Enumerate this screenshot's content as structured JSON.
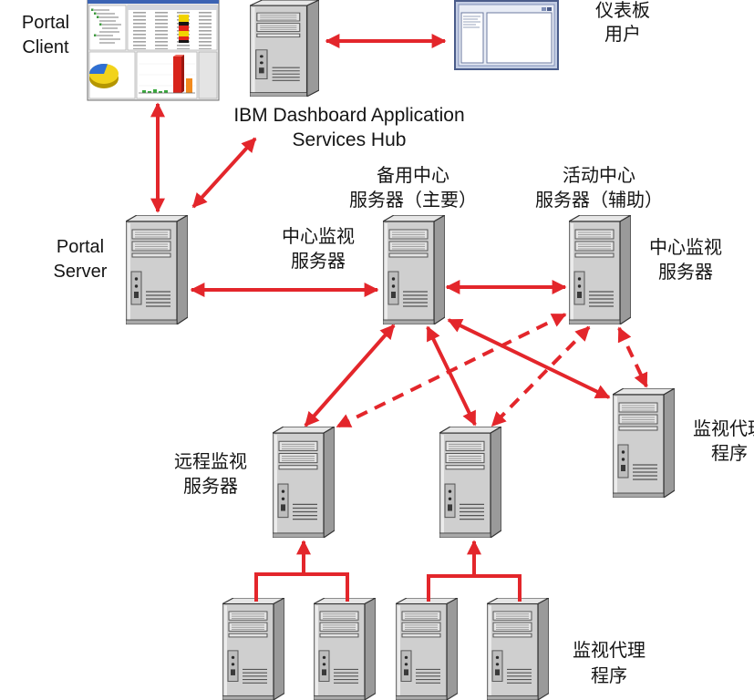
{
  "labels": {
    "portal_client": [
      "Portal",
      "Client"
    ],
    "dashboard_user": [
      "仪表板",
      "用户"
    ],
    "dashboard_hub": [
      "IBM Dashboard Application",
      "Services Hub"
    ],
    "portal_server": [
      "Portal",
      "Server"
    ],
    "hub_server_left": [
      "中心监视",
      "服务器"
    ],
    "standby_hub": [
      "备用中心",
      "服务器（主要）"
    ],
    "active_hub": [
      "活动中心",
      "服务器（辅助）"
    ],
    "hub_server_right": [
      "中心监视",
      "服务器"
    ],
    "agent_right": [
      "监视代理",
      "程序"
    ],
    "remote_server": [
      "远程监视",
      "服务器"
    ],
    "agents_bottom": [
      "监视代理",
      "程序"
    ]
  },
  "colors": {
    "arrow": "#e3262b",
    "server_front": "#cfcfcf",
    "server_side": "#9a9a9a",
    "server_top": "#e6e6e6",
    "window_frame": "#4a5c8a",
    "window_background": "#c3cde3"
  },
  "icons": {
    "server": "server-tower-icon",
    "dashboard_window": "application-window-icon",
    "portal_client": "portal-client-screenshot"
  }
}
